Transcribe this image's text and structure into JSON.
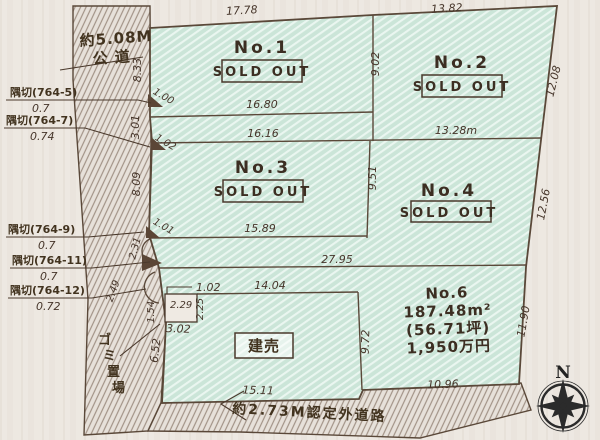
{
  "roads": {
    "public_road": {
      "size_label": "約5.08M",
      "name_label": "公 道"
    },
    "uncertified_road": {
      "label": "約2.73M認定外道路"
    }
  },
  "compass": {
    "north_label": "N"
  },
  "garbage_area": {
    "label": "ゴミ置場",
    "chars": [
      "ゴ",
      "ミ",
      "置",
      "場"
    ]
  },
  "corner_cuts": [
    {
      "label": "隅切(764-5)",
      "value": "0.7"
    },
    {
      "label": "隅切(764-7)",
      "value": "0.74"
    },
    {
      "label": "隅切(764-9)",
      "value": "0.7"
    },
    {
      "label": "隅切(764-11)",
      "value": "0.7"
    },
    {
      "label": "隅切(764-12)",
      "value": "0.72"
    }
  ],
  "lots": {
    "no1": {
      "name": "No.1",
      "status": "SOLD OUT"
    },
    "no2": {
      "name": "No.2",
      "status": "SOLD OUT"
    },
    "no3": {
      "name": "No.3",
      "status": "SOLD OUT"
    },
    "no4": {
      "name": "No.4",
      "status": "SOLD OUT"
    },
    "no6": {
      "name": "No.6",
      "area_m2": "187.48m²",
      "area_tsubo": "(56.71坪)",
      "price": "1,950万円"
    },
    "built_for_sale": {
      "label": "建売"
    }
  },
  "dims": {
    "no1_top": "17.78",
    "no2_top": "13.82",
    "no1_bottom": "16.80",
    "no3_top": "16.16",
    "no2_bottom": "13.28m",
    "no3_bottom": "15.89",
    "strip_total": "27.95",
    "kenbai_top": "14.04",
    "kenbai_bottom": "15.11",
    "no6_bottom": "10.96",
    "no1_left": "8.33",
    "passage1_left": "3.01",
    "no3_left": "8.09",
    "passage2_left": "2.31",
    "no1_no2": "9.02",
    "no3_no4": "9.51",
    "no2_right": "12.08",
    "no4_right": "12.56",
    "no6_right": "11.90",
    "no6_kenbai": "9.72",
    "kenbai_left": "6.52",
    "cut_a": "1.00",
    "cut_b": "1.02",
    "cut_c": "1.01",
    "road_edge": "2.49",
    "notch_top": "1.02",
    "notch_inner": "2.29",
    "notch_right": "2.25",
    "notch_left": "1.54",
    "notch_bottom": "3.02"
  }
}
